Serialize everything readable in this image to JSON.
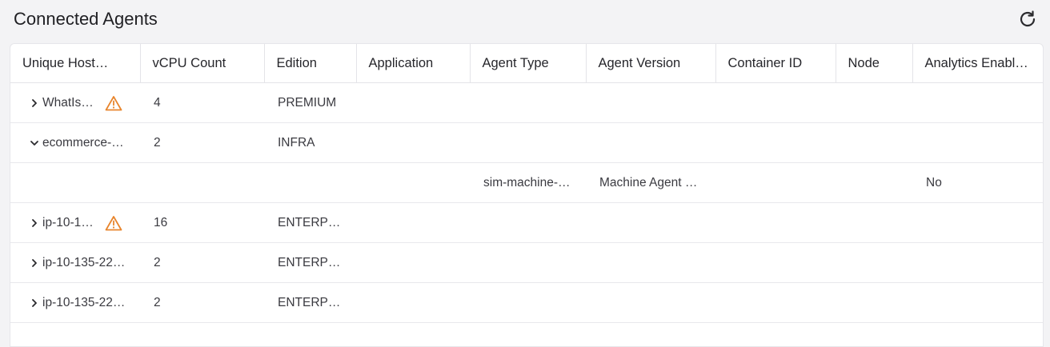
{
  "header": {
    "title": "Connected Agents",
    "refresh_icon": "refresh-icon"
  },
  "colors": {
    "warning": "#e8852d",
    "background": "#f3f3f5",
    "card": "#ffffff"
  },
  "table": {
    "columns": [
      "Unique Host…",
      "vCPU Count",
      "Edition",
      "Application",
      "Agent Type",
      "Agent Version",
      "Container ID",
      "Node",
      "Analytics Enabl…"
    ],
    "rows": [
      {
        "expanded": false,
        "warning": true,
        "host": "WhatIs…",
        "vcpu": "4",
        "edition": "PREMIUM",
        "application": "",
        "agent_type": "",
        "agent_version": "",
        "container_id": "",
        "node": "",
        "analytics": ""
      },
      {
        "expanded": true,
        "warning": false,
        "host": "ecommerce-…",
        "vcpu": "2",
        "edition": "INFRA",
        "application": "",
        "agent_type": "",
        "agent_version": "",
        "container_id": "",
        "node": "",
        "analytics": ""
      },
      {
        "child": true,
        "host": "",
        "vcpu": "",
        "edition": "",
        "application": "",
        "agent_type": "sim-machine-…",
        "agent_version": "Machine Agent v…",
        "container_id": "",
        "node": "",
        "analytics": "No"
      },
      {
        "expanded": false,
        "warning": true,
        "host": "ip-10-1…",
        "vcpu": "16",
        "edition": "ENTERPR…",
        "application": "",
        "agent_type": "",
        "agent_version": "",
        "container_id": "",
        "node": "",
        "analytics": ""
      },
      {
        "expanded": false,
        "warning": false,
        "host": "ip-10-135-22…",
        "vcpu": "2",
        "edition": "ENTERPR…",
        "application": "",
        "agent_type": "",
        "agent_version": "",
        "container_id": "",
        "node": "",
        "analytics": ""
      },
      {
        "expanded": false,
        "warning": false,
        "host": "ip-10-135-22…",
        "vcpu": "2",
        "edition": "ENTERPR…",
        "application": "",
        "agent_type": "",
        "agent_version": "",
        "container_id": "",
        "node": "",
        "analytics": ""
      }
    ]
  }
}
